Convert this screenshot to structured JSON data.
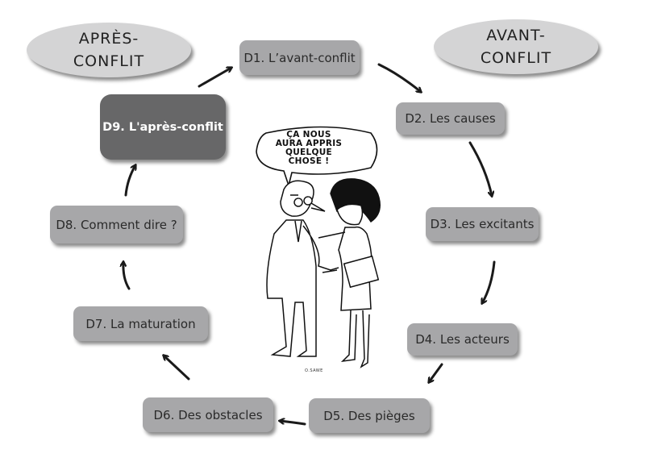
{
  "diagram": {
    "type": "cycle",
    "phases": {
      "apres": {
        "line1": "APRÈS-",
        "line2": "CONFLIT"
      },
      "avant": {
        "line1": "AVANT-",
        "line2": "CONFLIT"
      }
    },
    "steps": [
      {
        "id": "D1",
        "label": "D1. L’avant-conflit"
      },
      {
        "id": "D2",
        "label": "D2. Les causes"
      },
      {
        "id": "D3",
        "label": "D3. Les excitants"
      },
      {
        "id": "D4",
        "label": "D4. Les acteurs"
      },
      {
        "id": "D5",
        "label": "D5. Des pièges"
      },
      {
        "id": "D6",
        "label": "D6. Des obstacles"
      },
      {
        "id": "D7",
        "label": "D7. La maturation"
      },
      {
        "id": "D8",
        "label": "D8. Comment dire ?"
      },
      {
        "id": "D9",
        "label": "D9. L'après-conflit"
      }
    ],
    "cartoon": {
      "speech_bubble": [
        "ÇA NOUS",
        "AURA APPRIS",
        "QUELQUE",
        "CHOSE !"
      ],
      "signature": "O.SAWE"
    },
    "colors": {
      "box": "#a7a7a9",
      "highlight_box": "#676768",
      "ellipse": "#d4d4d5",
      "arrow": "#1a1a1a"
    }
  }
}
